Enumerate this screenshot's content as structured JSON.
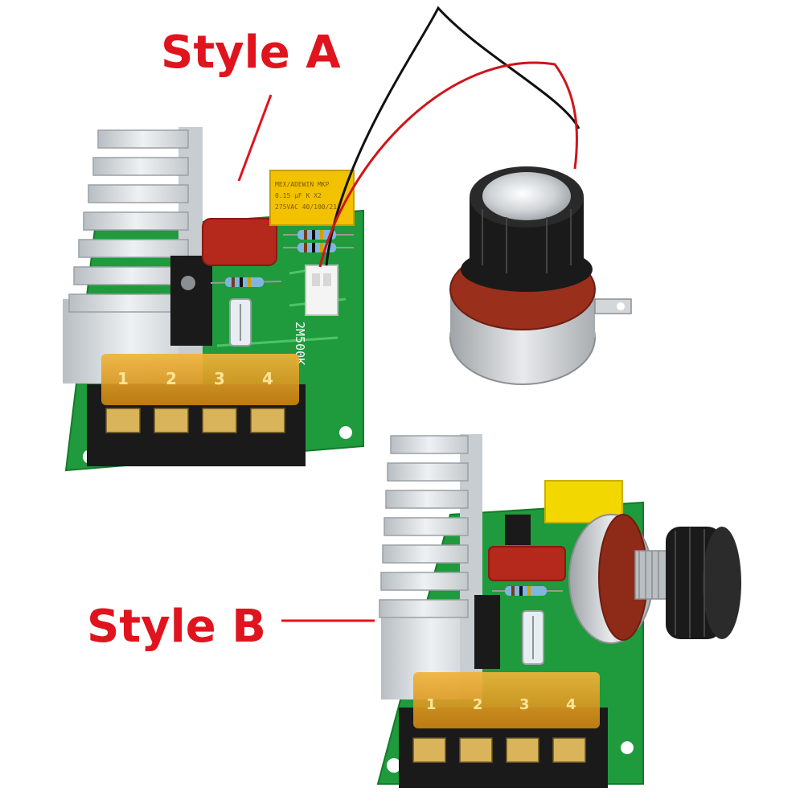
{
  "labels": {
    "style_a": "Style A",
    "style_b": "Style B"
  },
  "board_a": {
    "terminal_numbers": [
      "1",
      "2",
      "3",
      "4"
    ],
    "silkscreen_pot_label": "2M500K",
    "capacitor_text": [
      "MEX/ADEWIN MKP",
      "0.15 μF K X2",
      "275VAC 40/100/21"
    ]
  },
  "board_b": {
    "terminal_numbers": [
      "1",
      "2",
      "3",
      "4"
    ]
  },
  "colors": {
    "label_red": "#e0141e",
    "pcb_green": "#1f9a3c",
    "heatsink_silver": "#d9dde0",
    "terminal_amber": "#e0a020",
    "knob_black": "#1a1a1a",
    "pot_red": "#9a2f1c",
    "capacitor_yellow": "#f2c200"
  }
}
